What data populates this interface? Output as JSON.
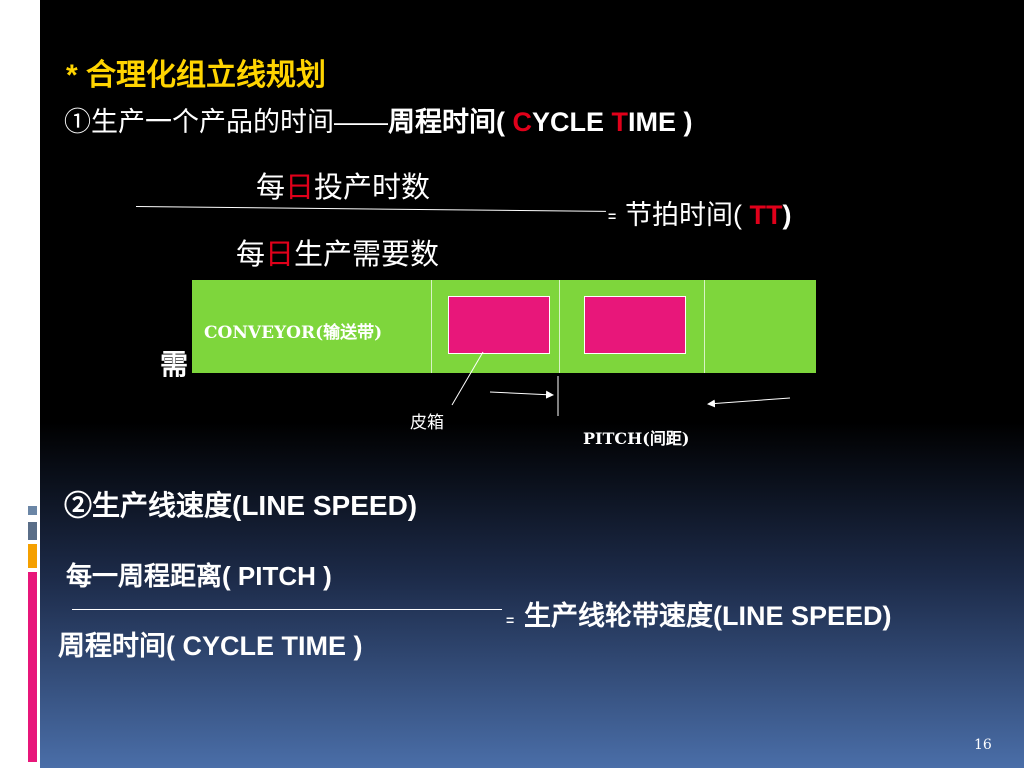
{
  "title": {
    "star": "* ",
    "text": "合理化组立线规划"
  },
  "line1": {
    "prefix": "①生产一个产品的时间——",
    "bold": "周程",
    "rest": "时间( ",
    "c_red": "C",
    "ycle": "YCLE  ",
    "t_red": "T",
    "ime": "IME )"
  },
  "formula1": {
    "numerator_a": "每",
    "numerator_red": "日",
    "numerator_b": "投产时数",
    "denominator_a": "每",
    "denominator_red": "日",
    "denominator_b": "生产需要数",
    "eq": "=",
    "result_a": "节拍时间( ",
    "result_red": "TT",
    "result_b": ")"
  },
  "hidden_text": "需",
  "conveyor": {
    "label": "CONVEYOR(输送带)",
    "box_label": "皮箱",
    "pitch_label": "PITCH(间距)"
  },
  "line2": {
    "text": "②生产线速度(LINE SPEED)"
  },
  "formula2": {
    "numerator": "每一周程距离( PITCH )",
    "denominator_bold": "周程",
    "denominator_rest": "时间( CYCLE  TIME )",
    "eq": "=",
    "result": "生产线轮带速度(LINE SPEED)"
  },
  "page_number": "16",
  "colors": {
    "accent_red": "#e0001a",
    "title_yellow": "#ffd400",
    "conveyor_green": "#7ed63c",
    "box_pink": "#e8177a",
    "bar_pink": "#e8177a",
    "bar_orange": "#f5a000"
  }
}
